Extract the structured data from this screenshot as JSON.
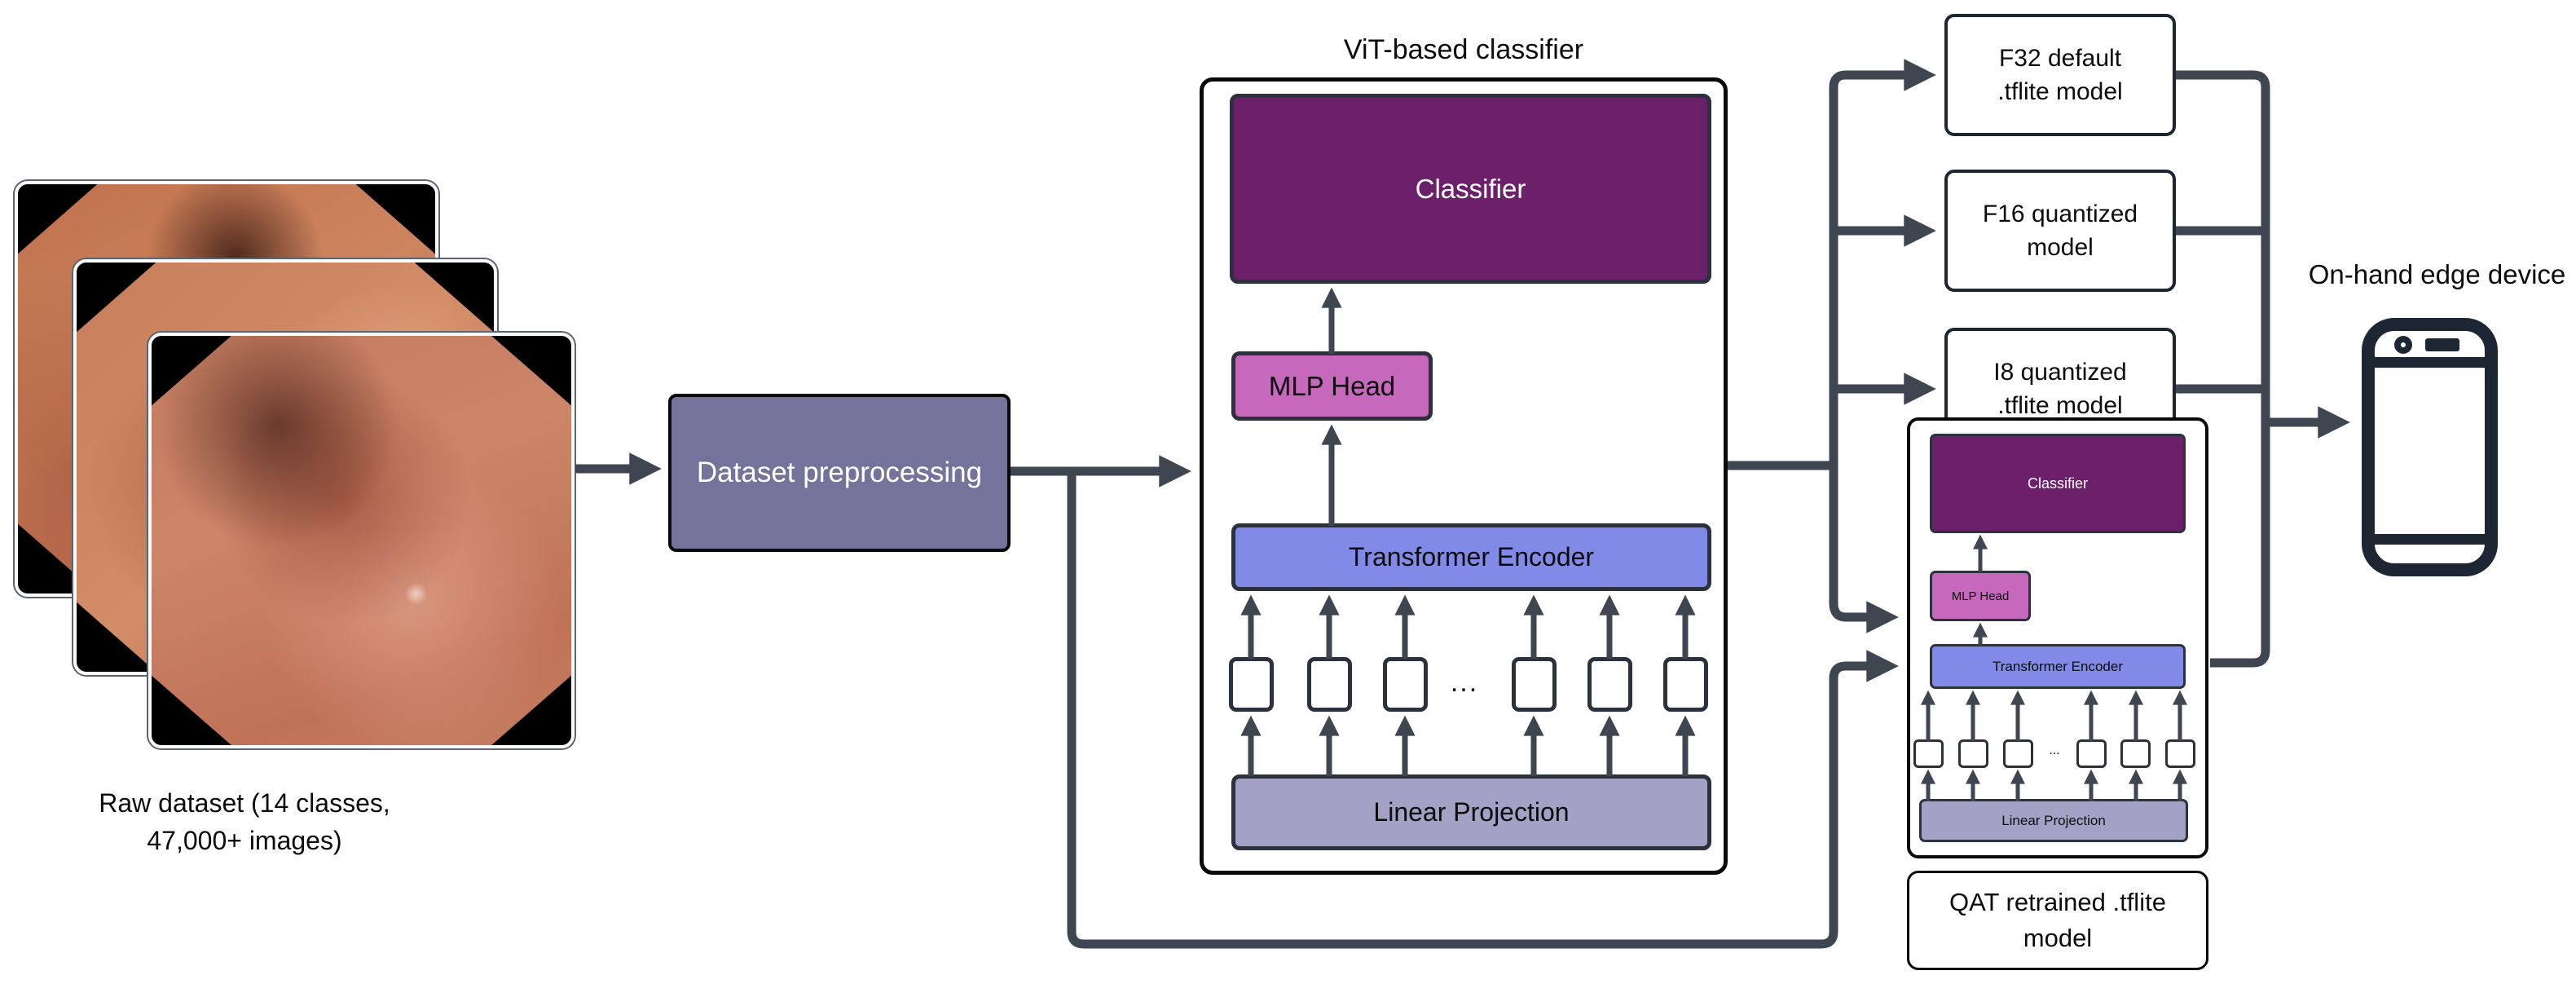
{
  "raw_dataset": {
    "caption_line1": "Raw dataset  (14 classes,",
    "caption_line2": "47,000+ images)"
  },
  "preprocessing": {
    "label": "Dataset preprocessing"
  },
  "vit": {
    "title": "ViT-based classifier",
    "classifier_label": "Classifier",
    "mlp_head_label": "MLP Head",
    "encoder_label": "Transformer Encoder",
    "linear_projection_label": "Linear Projection",
    "dots": "..."
  },
  "outputs": {
    "f32": {
      "line1": "F32 default",
      "line2": ".tflite model"
    },
    "f16": {
      "line1": "F16 quantized",
      "line2": "model"
    },
    "i8": {
      "line1": "I8 quantized",
      "line2": ".tflite model"
    }
  },
  "qat": {
    "classifier_label": "Classifier",
    "mlp_head_label": "MLP Head",
    "encoder_label": "Transformer Encoder",
    "linear_projection_label": "Linear Projection",
    "dots": "...",
    "label_line1": "QAT retrained .tflite",
    "label_line2": "model"
  },
  "edge_device": {
    "label": "On-hand edge device"
  },
  "colors": {
    "connector": "#3e4652",
    "classifier_purple": "#6b2069",
    "mlp_pink": "#c668bb",
    "encoder_blue": "#828ae8",
    "projection_lavender": "#a3a1c6",
    "preprocessing_slate": "#73739c",
    "device_navy": "#1d2733"
  }
}
